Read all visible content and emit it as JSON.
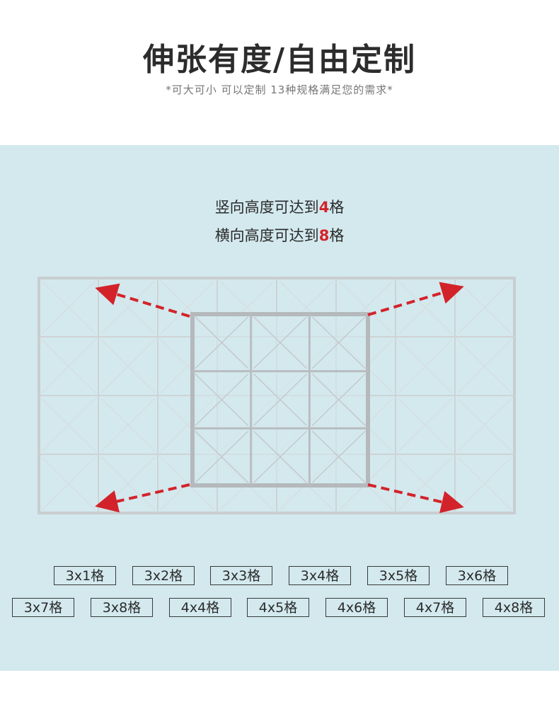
{
  "header": {
    "title": "伸张有度/自由定制",
    "subtitle": "*可大可小 可以定制 13种规格满足您的需求*"
  },
  "panel": {
    "height_line": {
      "prefix": "竖向高度可达到",
      "number": "4",
      "suffix": "格"
    },
    "width_line": {
      "prefix": "横向高度可达到",
      "number": "8",
      "suffix": "格"
    },
    "colors": {
      "background": "#d3e9ee",
      "arrow": "#d3232a",
      "frame": "#c4c9cc"
    }
  },
  "specs": {
    "row1": [
      "3x1格",
      "3x2格",
      "3x3格",
      "3x4格",
      "3x5格",
      "3x6格"
    ],
    "row2": [
      "3x7格",
      "3x8格",
      "4x4格",
      "4x5格",
      "4x6格",
      "4x7格",
      "4x8格"
    ]
  }
}
